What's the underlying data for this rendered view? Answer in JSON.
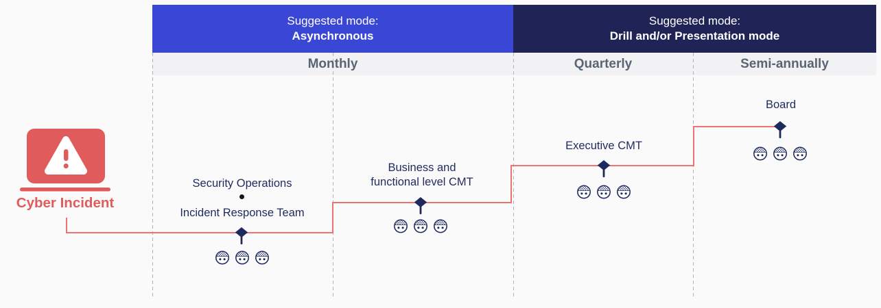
{
  "header": {
    "banner_left": {
      "prefix": "Suggested mode:",
      "mode": "Asynchronous"
    },
    "banner_right": {
      "prefix": "Suggested mode:",
      "mode": "Drill and/or Presentation mode"
    },
    "periods": {
      "monthly": "Monthly",
      "quarterly": "Quarterly",
      "semi_annually": "Semi-annually"
    }
  },
  "source": {
    "label": "Cyber Incident"
  },
  "stages": {
    "stage1": {
      "line1": "Security Operations",
      "separator": "dot",
      "line2": "Incident Response Team",
      "members": 3
    },
    "stage2": {
      "line1": "Business and",
      "line2": "functional level CMT",
      "members": 3
    },
    "stage3": {
      "label": "Executive CMT",
      "members": 3
    },
    "stage4": {
      "label": "Board",
      "members": 3
    }
  },
  "colors": {
    "banner_blue": "#3a47d6",
    "banner_navy": "#1f2356",
    "alert_red": "#e05c5c",
    "path_red": "#f0716f",
    "text_navy": "#1f2a5c",
    "period_gray_bg": "#f2f2f4",
    "period_text": "#5a6573",
    "guide_dash": "#b3b3b6"
  },
  "icons": {
    "source": "laptop-warning-icon",
    "marker": "diamond-marker-icon",
    "member": "person-face-icon"
  }
}
